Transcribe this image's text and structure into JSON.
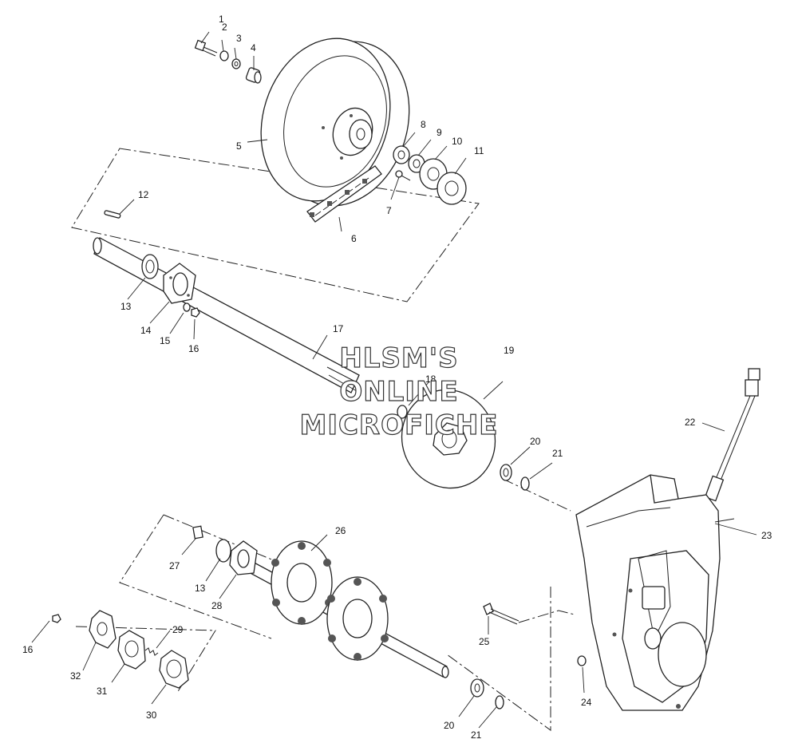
{
  "watermark": {
    "line1": "HLSM'S",
    "line2": "ONLINE",
    "line3": "MICROFICHE"
  },
  "callouts": {
    "c1": "1",
    "c2": "2",
    "c3": "3",
    "c4": "4",
    "c5": "5",
    "c6": "6",
    "c7": "7",
    "c8": "8",
    "c9": "9",
    "c10": "10",
    "c11": "11",
    "c12": "12",
    "c13a": "13",
    "c14": "14",
    "c15": "15",
    "c16a": "16",
    "c17": "17",
    "c18": "18",
    "c19": "19",
    "c20a": "20",
    "c21a": "21",
    "c22": "22",
    "c23": "23",
    "c26": "26",
    "c27": "27",
    "c13b": "13",
    "c28": "28",
    "c29": "29",
    "c16b": "16",
    "c32": "32",
    "c31": "31",
    "c30": "30",
    "c25": "25",
    "c24": "24",
    "c20b": "20",
    "c21b": "21"
  }
}
